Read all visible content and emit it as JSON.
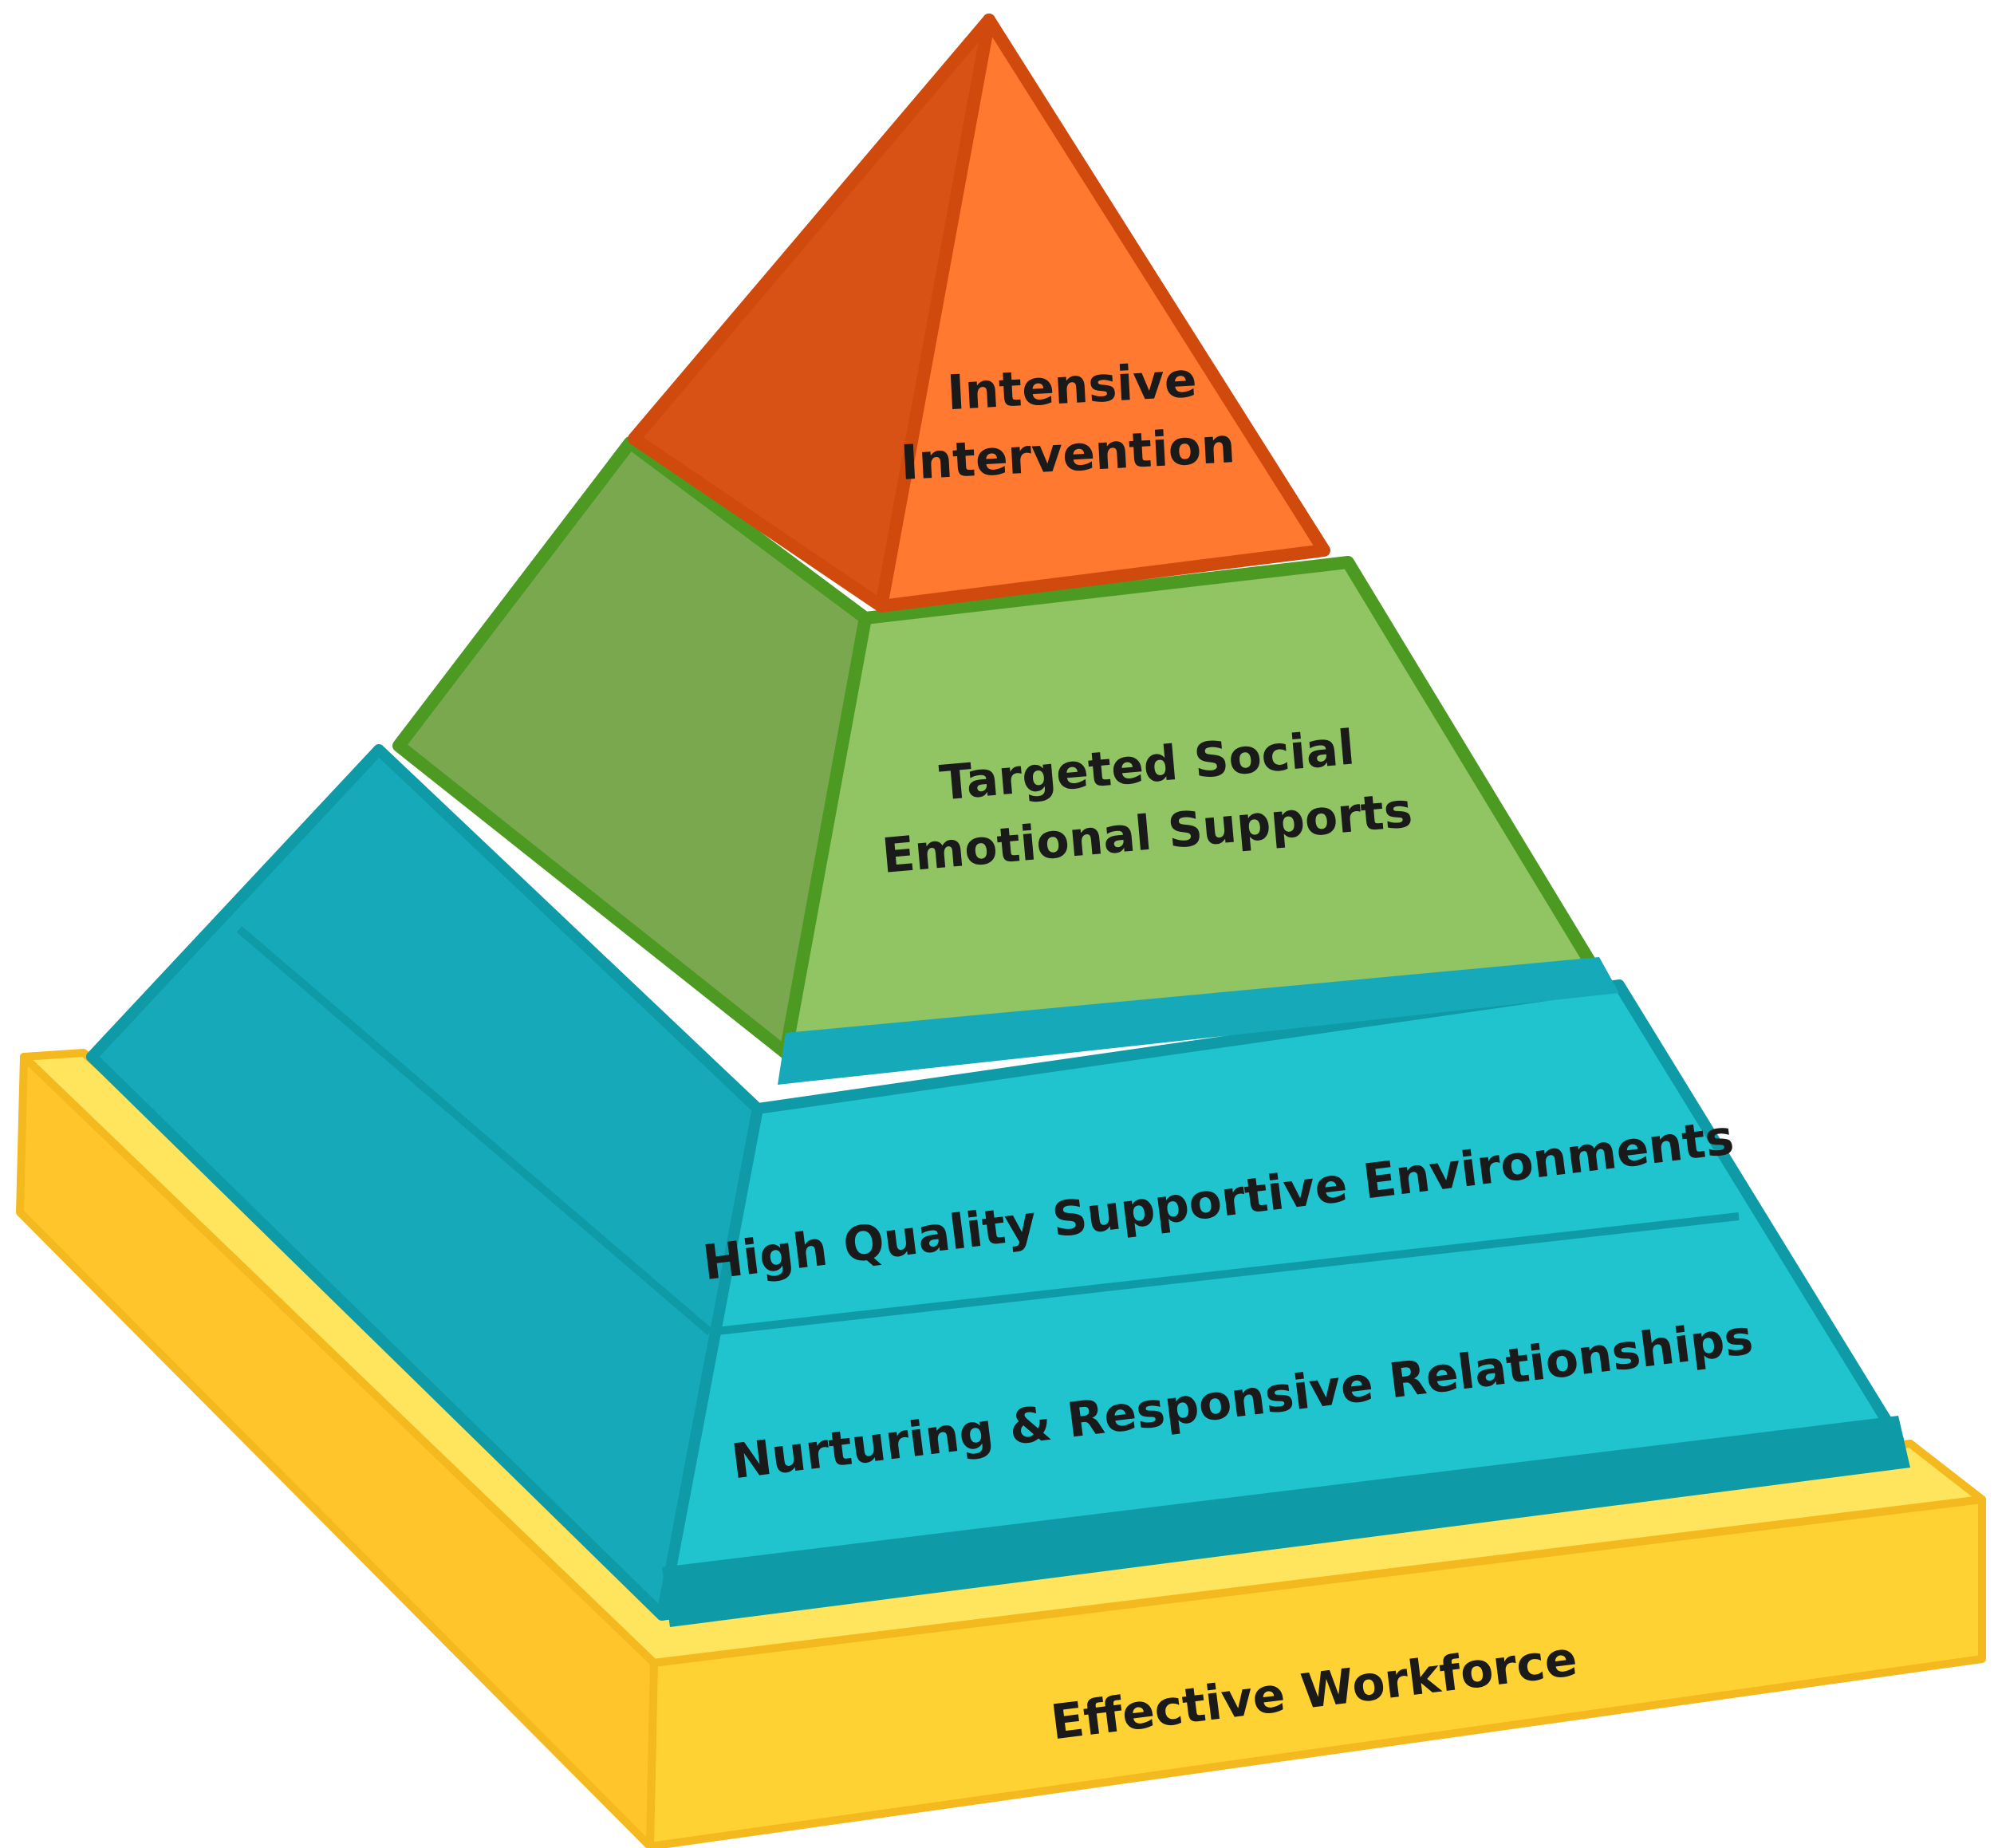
{
  "tiers": {
    "intensive": {
      "line1": "Intensive",
      "line2": "Intervention",
      "colors": {
        "dark": "#d85215",
        "light": "#ff7a30",
        "edge": "#d04a0e"
      }
    },
    "targeted": {
      "line1": "Targeted Social",
      "line2": "Emotional Supports",
      "colors": {
        "dark": "#79a84e",
        "light": "#91c462",
        "edge": "#4d9a22"
      }
    },
    "environments": {
      "label": "High Quality Supportive Environments",
      "colors": {
        "dark": "#15a9b9",
        "light": "#1fc4cf",
        "edge": "#0e9aa6"
      }
    },
    "relationships": {
      "label": "Nurturing & Responsive Relationships",
      "colors": {
        "dark": "#15a9b9",
        "light": "#1fc4cf",
        "edge": "#0e9aa6"
      }
    },
    "workforce": {
      "label": "Effective Workforce",
      "colors": {
        "top": "#ffe45e",
        "front": "#ffd233",
        "side": "#ffc52a",
        "edge": "#f4b91e"
      }
    }
  }
}
